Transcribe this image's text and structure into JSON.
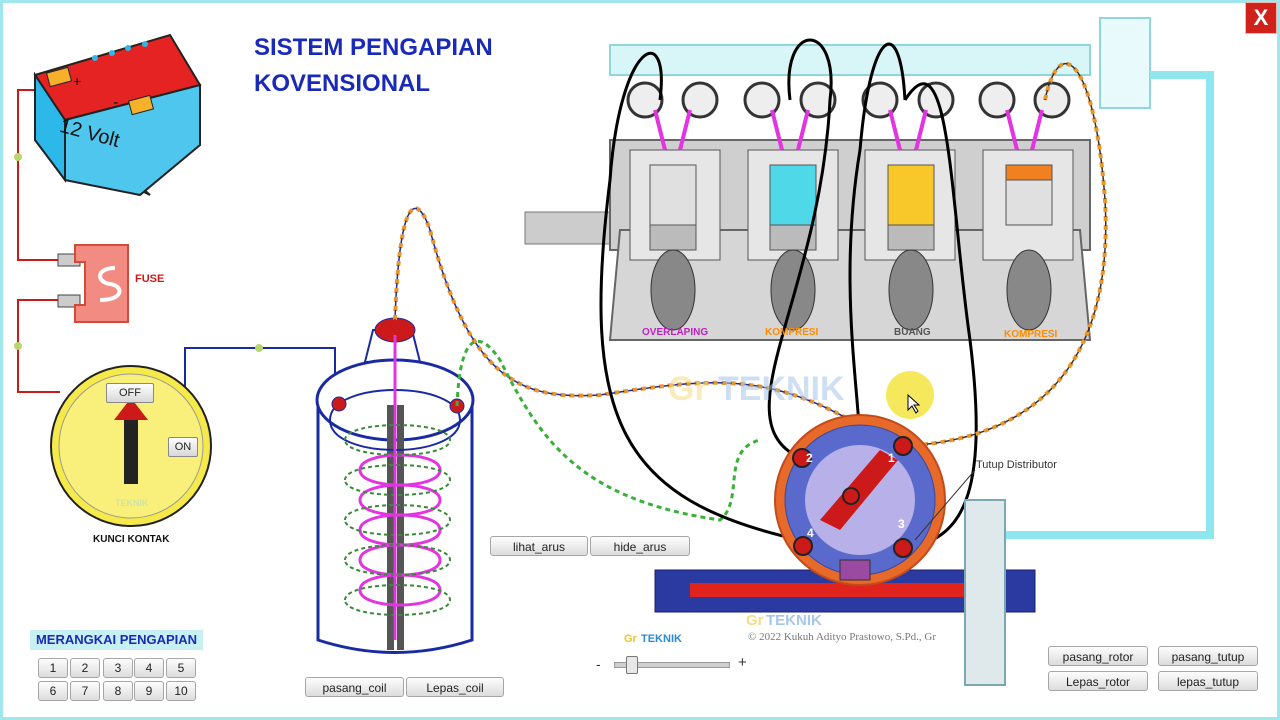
{
  "title": {
    "line1": "SISTEM PENGAPIAN",
    "line2": "KOVENSIONAL"
  },
  "close": {
    "label": "X"
  },
  "battery": {
    "label": "12 Volt",
    "plus": "+",
    "minus": "-"
  },
  "fuse": {
    "label": "FUSE"
  },
  "ignition_switch": {
    "label": "KUNCI KONTAK",
    "off_label": "OFF",
    "on_label": "ON",
    "watermark": "TEKNIK"
  },
  "cylinders": [
    {
      "status": "OVERLAPING",
      "color": "#c020c0",
      "fill": "#e0e0e0"
    },
    {
      "status": "KOMPRESI",
      "color": "#ff8c00",
      "fill": "#4fd8e8"
    },
    {
      "status": "BUANG",
      "color": "#555555",
      "fill": "#f8c82a"
    },
    {
      "status": "KOMPRESI",
      "color": "#ff8c00",
      "fill": "#f08020"
    }
  ],
  "distributor": {
    "label": "Tutup Distributor",
    "terminals": [
      "1",
      "2",
      "3",
      "4"
    ]
  },
  "watermark": {
    "gr": "Gr",
    "teknik": "TEKNIK"
  },
  "buttons": {
    "lihat_arus": "lihat_arus",
    "hide_arus": "hide_arus",
    "pasang_coil": "pasang_coil",
    "lepas_coil": "Lepas_coil",
    "pasang_rotor": "pasang_rotor",
    "pasang_tutup": "pasang_tutup",
    "lepas_rotor": "Lepas_rotor",
    "lepas_tutup": "lepas_tutup"
  },
  "merangkai": {
    "title": "MERANGKAI PENGAPIAN",
    "numbers": [
      "1",
      "2",
      "3",
      "4",
      "5",
      "6",
      "7",
      "8",
      "9",
      "10"
    ]
  },
  "zoom": {
    "minus": "-",
    "plus": "+"
  },
  "copyright": "© 2022 Kukuh Adityo Prastowo, S.Pd., Gr",
  "colors": {
    "accent": "#1a2ab8",
    "close": "#d0211b",
    "wire_red": "#cc1a1a",
    "wire_blue": "#1a2aa0",
    "frame": "#9fe7ea"
  }
}
